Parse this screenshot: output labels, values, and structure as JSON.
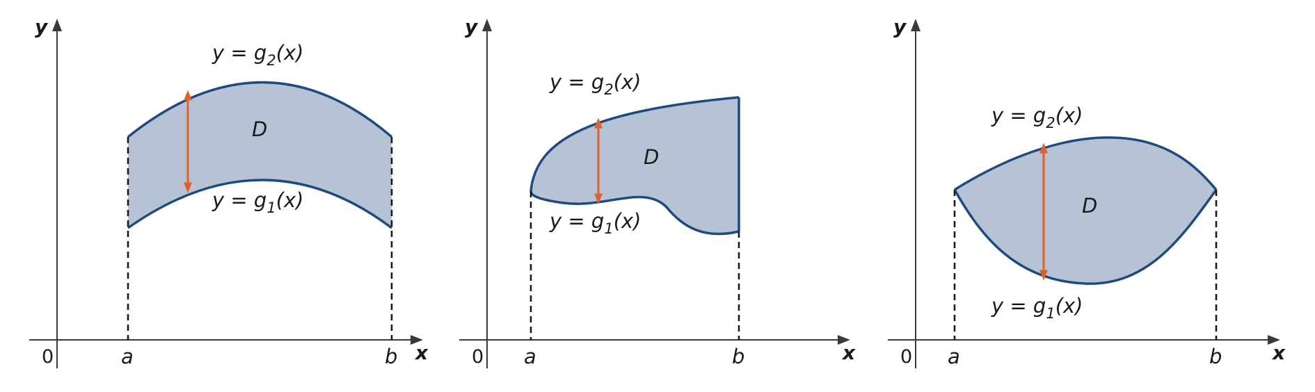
{
  "colors": {
    "region_fill": "#b5c3d5",
    "boundary": "#1f4a80",
    "arrow": "#e0622a",
    "axis": "#3a3a3a"
  },
  "axis_labels": {
    "y": "y",
    "x": "x",
    "origin": "0"
  },
  "limits": {
    "a": "a",
    "b": "b"
  },
  "region_label": "D",
  "curves": {
    "upper": {
      "prefix": "y = g",
      "sub": "2",
      "suffix": "(x)"
    },
    "lower": {
      "prefix": "y = g",
      "sub": "1",
      "suffix": "(x)"
    }
  },
  "panels": [
    {
      "id": "panel-1",
      "description_shape": "curved band between two parallel arcs"
    },
    {
      "id": "panel-2",
      "description_shape": "upper curve rising and lower curve wavy, closed by vertical segment at b"
    },
    {
      "id": "panel-3",
      "description_shape": "lens-shaped region where curves meet at a and b"
    }
  ]
}
